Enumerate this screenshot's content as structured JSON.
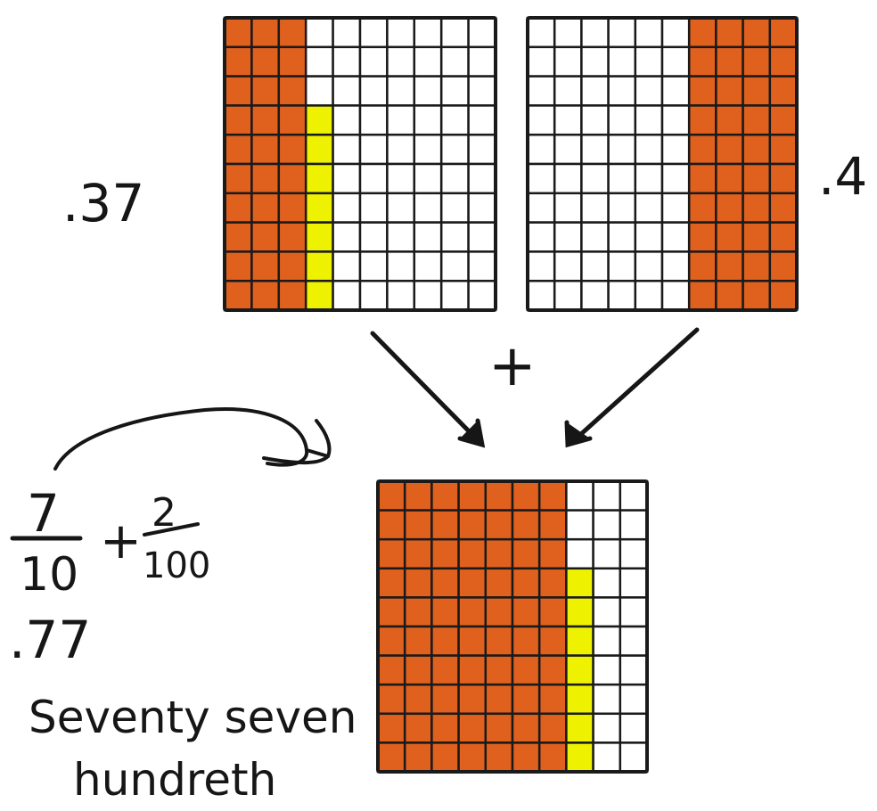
{
  "labels": {
    "left_value": ".37",
    "right_value": ".4",
    "plus_sign": "+",
    "fraction_tenths": {
      "numerator": "7",
      "denominator": "10"
    },
    "fraction_plus": "+",
    "fraction_hundredths": {
      "numerator": "2",
      "denominator": "100"
    },
    "sum_value": ".77",
    "words_line1": "Seventy seven",
    "words_line2": "hundreth"
  },
  "grids": {
    "left": {
      "shaded_full_columns": 3,
      "highlighted_column_squares": 7,
      "highlight_start_row": 3
    },
    "right": {
      "shaded_full_columns": 4,
      "shaded_side": "right",
      "highlighted_column_squares": 0
    },
    "bottom": {
      "shaded_full_columns": 7,
      "highlighted_column_squares": 7,
      "highlight_start_row": 3
    }
  },
  "colors": {
    "shade": "#e0601e",
    "highlight": "#eef200",
    "grid_line": "#1a1a1a",
    "ink": "#161616"
  }
}
